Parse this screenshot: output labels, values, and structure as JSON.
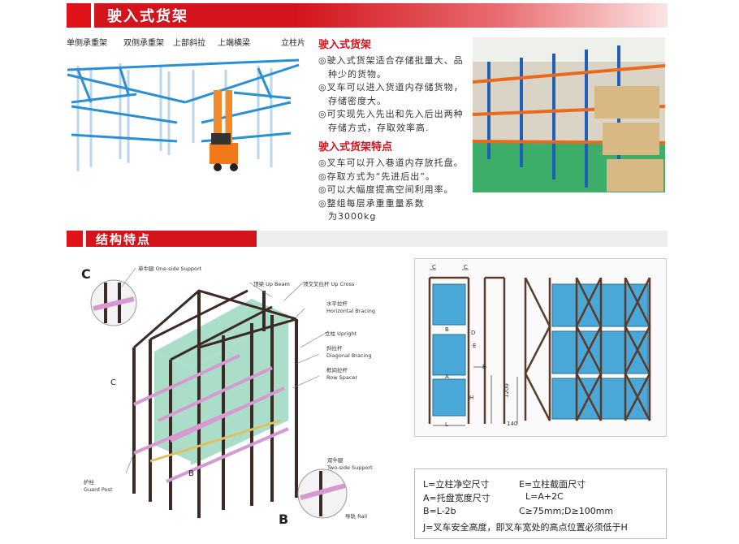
{
  "section1": {
    "title": "驶入式货架"
  },
  "section2": {
    "title": "结构特点"
  },
  "top_labels": [
    "单侧承重架",
    "双侧承重架",
    "上部斜拉",
    "上端横梁",
    "立柱片"
  ],
  "intro": {
    "heading1": "驶入式货架",
    "bullets1": [
      "◎驶入式货架适合存储批量大、品",
      "种少的货物。",
      "◎叉车可以进入货道内存储货物，",
      "存储密度大。",
      "◎可实现先入先出和先入后出两种",
      "存储方式，存取效率高."
    ],
    "heading2": "驶入式货架特点",
    "bullets2": [
      "◎叉车可以开入巷道内存放托盘。",
      "◎存取方式为“先进后出”。",
      "◎可以大幅度提高空间利用率。",
      "◎整组每层承重重量系数",
      "为3000kg"
    ]
  },
  "diagram": {
    "letter_c": "C",
    "letter_b": "B",
    "c_small": "C",
    "b_small": "B",
    "callouts": {
      "one_side_cn": "单牛腿",
      "one_side_en": "One-side Support",
      "up_beam_cn": "顶梁",
      "up_beam_en": "Up Beam",
      "up_cross_cn": "顶交叉拉杆",
      "up_cross_en": "Up Cross",
      "horiz_cn": "水平拉杆",
      "horiz_en": "Horizontal Bracing",
      "upright_cn": "立柱",
      "upright_en": "Upright",
      "diag_cn": "斜拉杆",
      "diag_en": "Diagonal Bracing",
      "row_cn": "框间拉杆",
      "row_en": "Row Spacer",
      "guard_cn": "护柱",
      "guard_en": "Guard Post",
      "two_side_cn": "双牛腿",
      "two_side_en": "Two-side Support",
      "rail_cn": "导轨",
      "rail_en": "Rail"
    }
  },
  "dims": {
    "c": "C",
    "d": "D",
    "e": "E",
    "b": "B",
    "h": "H",
    "l": "L",
    "a": "A",
    "h1200": "1200",
    "h140": "140"
  },
  "legend": [
    "L=立柱净空尺寸",
    "E=立柱截面尺寸",
    "A=托盘宽度尺寸",
    "L=A+2C",
    "B=L-2b",
    "C≥75mm;D≥100mm",
    "J=叉车安全高度，即叉车宽处的高点位置必须低于H"
  ],
  "colors": {
    "accent": "#d4141c",
    "blue": "#1e6fbf",
    "orange": "#e9702a",
    "pallet": "#4aa8d8",
    "upright": "#4a2a1e"
  }
}
